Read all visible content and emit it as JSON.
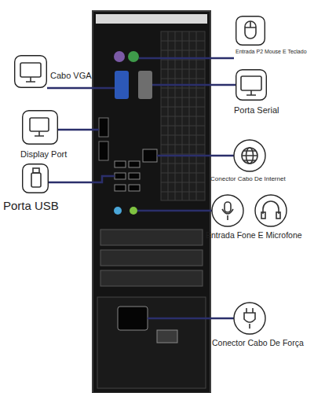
{
  "diagram": {
    "nodes": [
      {
        "text": [
          "Entrada P2 Mouse E Teclado"
        ]
      },
      {
        "text": [
          "Cabo VGA"
        ]
      },
      {
        "text": [
          "Porta Serial"
        ]
      },
      {
        "text": [
          "Display Port"
        ]
      },
      {
        "text": [
          "Conector Cabo De Internet"
        ]
      },
      {
        "text": [
          "Porta USB"
        ]
      },
      {
        "text": [
          "Entrada Fone E Microfone"
        ]
      },
      {
        "text": [
          "Conector Cabo De Força"
        ]
      }
    ]
  }
}
